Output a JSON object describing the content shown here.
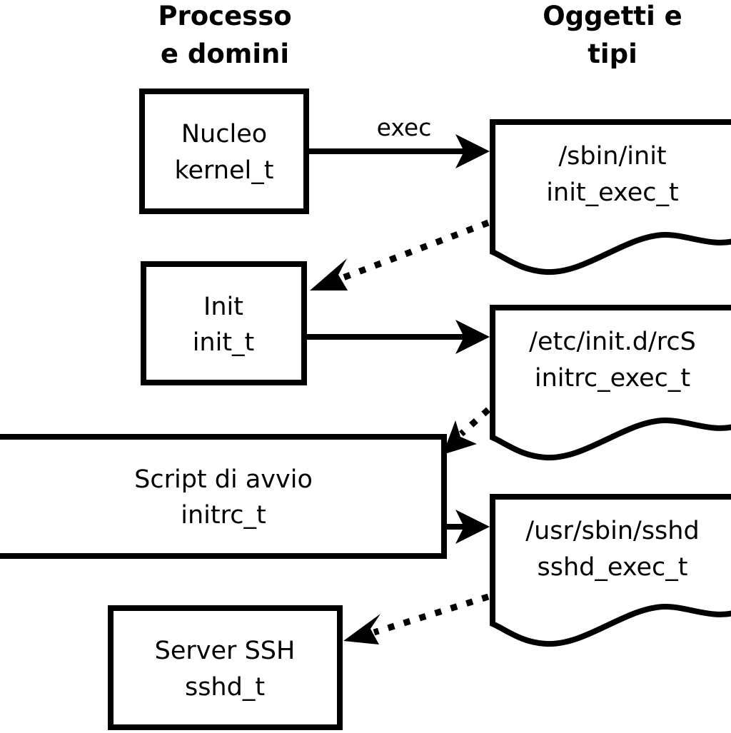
{
  "diagram": {
    "title_columns": {
      "processes": {
        "line1": "Processo",
        "line2": "e domini"
      },
      "objects": {
        "line1": "Oggetti e",
        "line2": "tipi"
      }
    },
    "process_nodes": [
      {
        "id": "kernel",
        "line1": "Nucleo",
        "line2": "kernel_t"
      },
      {
        "id": "init",
        "line1": "Init",
        "line2": "init_t"
      },
      {
        "id": "initrc",
        "line1": "Script di avvio",
        "line2": "initrc_t"
      },
      {
        "id": "sshd",
        "line1": "Server SSH",
        "line2": "sshd_t"
      }
    ],
    "object_nodes": [
      {
        "id": "init_exec",
        "line1": "/sbin/init",
        "line2": "init_exec_t"
      },
      {
        "id": "initrc_exec",
        "line1": "/etc/init.d/rcS",
        "line2": "initrc_exec_t"
      },
      {
        "id": "sshd_exec",
        "line1": "/usr/sbin/sshd",
        "line2": "sshd_exec_t"
      }
    ],
    "edges": [
      {
        "id": "kernel-to-init-exec",
        "label": "exec",
        "style": "solid",
        "from": "kernel",
        "to": "init_exec"
      },
      {
        "id": "init-exec-to-init",
        "label": "",
        "style": "dotted",
        "from": "init_exec",
        "to": "init"
      },
      {
        "id": "init-to-initrc-exec",
        "label": "",
        "style": "solid",
        "from": "init",
        "to": "initrc_exec"
      },
      {
        "id": "initrc-exec-to-initrc",
        "label": "",
        "style": "dotted",
        "from": "initrc_exec",
        "to": "initrc"
      },
      {
        "id": "initrc-to-sshd-exec",
        "label": "",
        "style": "solid",
        "from": "initrc",
        "to": "sshd_exec"
      },
      {
        "id": "sshd-exec-to-sshd",
        "label": "",
        "style": "dotted",
        "from": "sshd_exec",
        "to": "sshd"
      }
    ],
    "colors": {
      "stroke": "#000000",
      "fill": "#ffffff",
      "background": "#ffffff"
    }
  }
}
